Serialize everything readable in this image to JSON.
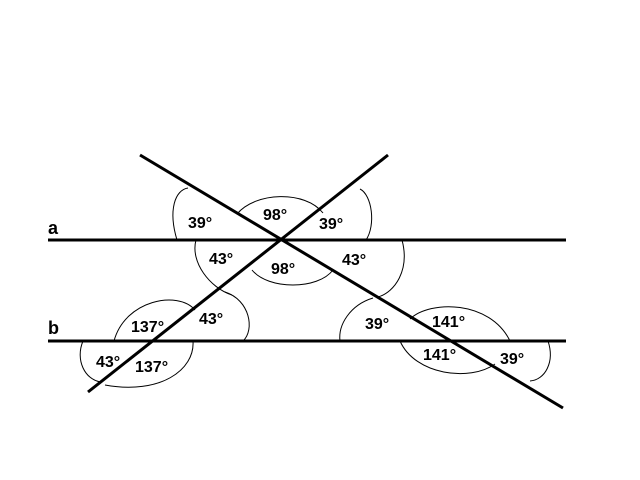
{
  "lines": {
    "a": "a",
    "b": "b"
  },
  "angles": {
    "top_a_left": "39°",
    "top_a_top": "98°",
    "top_a_right": "39°",
    "top_a_lower_left": "43°",
    "top_a_bottom": "98°",
    "top_a_lower_right": "43°",
    "b_left_upper": "137°",
    "b_left_right": "43°",
    "b_left_far_left": "43°",
    "b_left_lower": "137°",
    "b_right_left": "39°",
    "b_right_upper": "141°",
    "b_right_lower": "141°",
    "b_right_far_right": "39°"
  }
}
